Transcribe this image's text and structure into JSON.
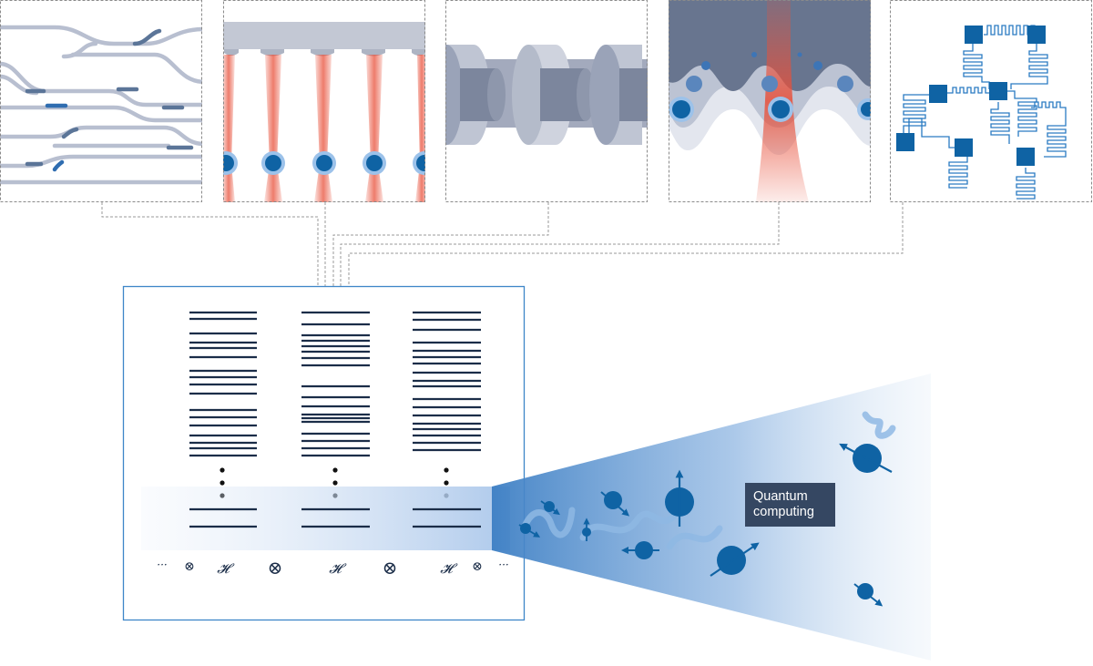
{
  "panels": [
    {
      "id": "photonic",
      "icon": "photonic-waveguide-icon"
    },
    {
      "id": "trapped-atoms",
      "icon": "optical-tweezer-array-icon"
    },
    {
      "id": "cavity",
      "icon": "cavity-mirror-icon"
    },
    {
      "id": "ion-trap",
      "icon": "trapped-ion-potential-icon"
    },
    {
      "id": "superconducting",
      "icon": "superconducting-qubit-circuit-icon"
    }
  ],
  "hilbert": {
    "operator_symbol": "𝓗",
    "tensor_symbol": "⊗",
    "ellipsis": "···",
    "columns": 3
  },
  "label": {
    "line1": "Quantum",
    "line2": "computing"
  },
  "colors": {
    "accent_blue": "#0f63a4",
    "navy": "#1b2d48",
    "label_bg": "#354762",
    "laser_red": "#e8503a",
    "gray_steel": "#9aa3b8"
  }
}
